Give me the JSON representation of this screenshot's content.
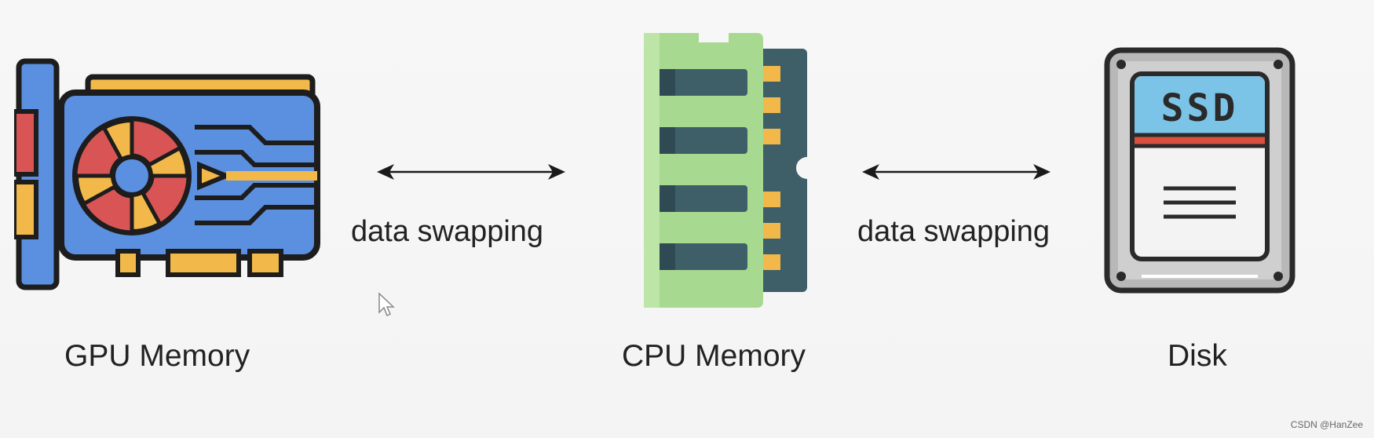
{
  "nodes": {
    "gpu": {
      "label": "GPU Memory",
      "icon": "graphics-card-icon"
    },
    "cpu": {
      "label": "CPU Memory",
      "icon": "ram-module-icon"
    },
    "disk": {
      "label": "Disk",
      "icon": "ssd-drive-icon",
      "badge_text": "SSD"
    }
  },
  "edges": [
    {
      "from": "gpu",
      "to": "cpu",
      "label": "data swapping",
      "direction": "bidirectional"
    },
    {
      "from": "cpu",
      "to": "disk",
      "label": "data swapping",
      "direction": "bidirectional"
    }
  ],
  "watermark": "CSDN @HanZee",
  "colors": {
    "background": "#f6f6f6",
    "gpu_board": "#5b8fe0",
    "gpu_trim": "#f2b94a",
    "gpu_fan_red": "#d95555",
    "ram_board": "#a8d990",
    "ram_chips": "#3e5f68",
    "ram_contacts": "#f2b94a",
    "ssd_body": "#b8b8b8",
    "ssd_label": "#7cc3e8",
    "ssd_stripe": "#d95040"
  }
}
